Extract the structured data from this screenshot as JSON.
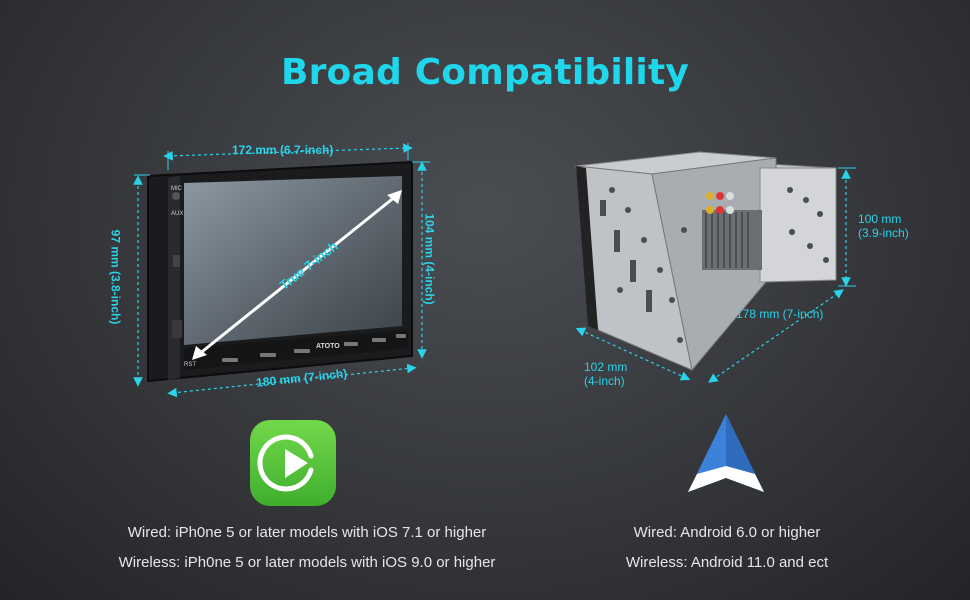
{
  "title": "Broad Compatibility",
  "colors": {
    "accent": "#1fd6ea",
    "carplay_green": "#5cc93a",
    "android_blue": "#3b82d8"
  },
  "head_unit": {
    "brand": "ATOTO",
    "dim_top": "172 mm (6.7-inch)",
    "dim_bottom": "180 mm (7-inch)",
    "dim_left": "97 mm (3.8-inch)",
    "dim_right": "104 mm (4-inch)",
    "diagonal": "True 7-inch",
    "labels": {
      "mic": "MIC",
      "aux": "AUX",
      "rst": "RST"
    }
  },
  "chassis": {
    "dim_height_1": "100 mm",
    "dim_height_2": "(3.9-inch)",
    "dim_depth": "178 mm (7-inch)",
    "dim_width_1": "102 mm",
    "dim_width_2": "(4-inch)"
  },
  "carplay": {
    "icon": "carplay-icon",
    "wired": "Wired: iPh0ne 5 or later models with iOS 7.1 or higher",
    "wireless": "Wireless: iPh0ne 5 or later models with iOS 9.0 or higher"
  },
  "android": {
    "icon": "android-auto-icon",
    "wired": "Wired: Android 6.0 or higher",
    "wireless": "Wireless: Android 11.0 and ect"
  }
}
